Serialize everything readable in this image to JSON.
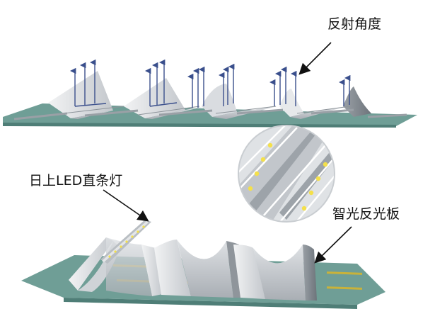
{
  "labels": {
    "reflection_angle": "反射角度",
    "led_tube": "日上LED直条灯",
    "smart_reflector": "智光反光板"
  },
  "colors": {
    "base_board": "#6f9e96",
    "base_board_dark": "#4f7e77",
    "reflector_light": "#e6e8ea",
    "reflector_mid": "#b7bcc2",
    "reflector_dark": "#7c838a",
    "led_chip": "#f4e04a",
    "ray_arrow": "#3a4f8c",
    "pointer_arrow": "#111111"
  }
}
